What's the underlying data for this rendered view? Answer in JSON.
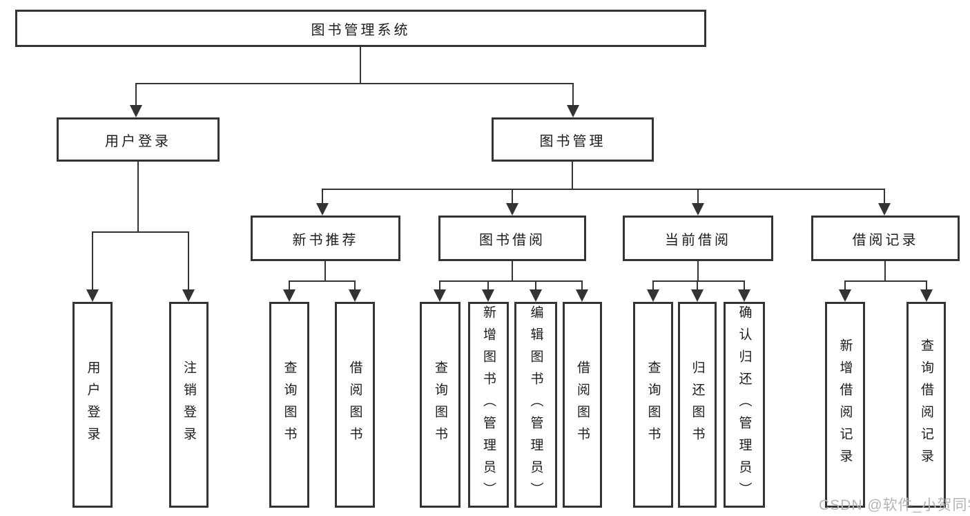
{
  "diagram": {
    "root": {
      "label": "图书管理系统"
    },
    "branches": [
      {
        "label": "用户登录",
        "children": [
          {
            "label": "用户登录"
          },
          {
            "label": "注销登录"
          }
        ]
      },
      {
        "label": "图书管理",
        "children": [
          {
            "label": "新书推荐",
            "children": [
              {
                "label": "查询图书"
              },
              {
                "label": "借阅图书"
              }
            ]
          },
          {
            "label": "图书借阅",
            "children": [
              {
                "label": "查询图书"
              },
              {
                "label": "新增图书（管理员）"
              },
              {
                "label": "编辑图书（管理员）"
              },
              {
                "label": "借阅图书"
              }
            ]
          },
          {
            "label": "当前借阅",
            "children": [
              {
                "label": "查询图书"
              },
              {
                "label": "归还图书"
              },
              {
                "label": "确认归还（管理员）"
              }
            ]
          },
          {
            "label": "借阅记录",
            "children": [
              {
                "label": "新增借阅记录"
              },
              {
                "label": "查询借阅记录"
              }
            ]
          }
        ]
      }
    ]
  },
  "watermark": {
    "text": "CSDN @软件_小贺同学"
  },
  "colors": {
    "line": "#333333",
    "text": "#1c1c1c",
    "watermark": "#b5b5b5",
    "background": "#ffffff"
  }
}
